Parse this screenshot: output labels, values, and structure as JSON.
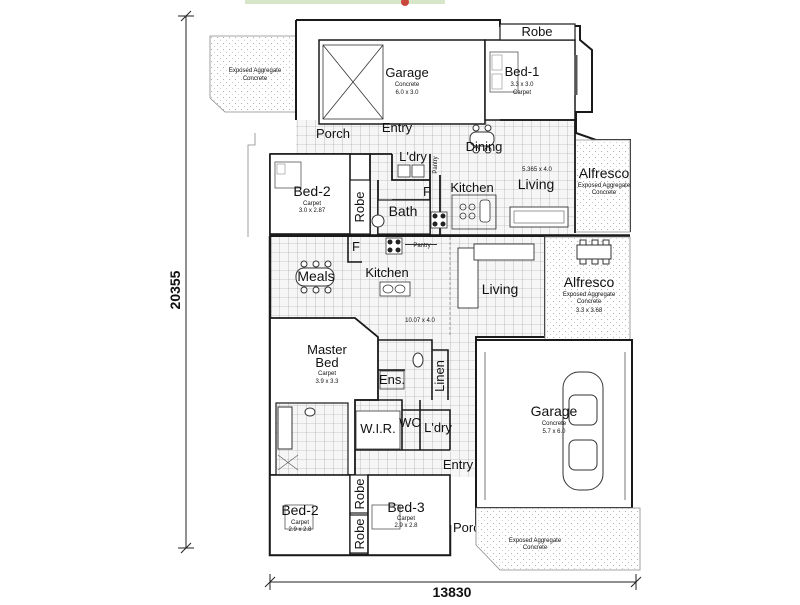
{
  "colors": {
    "wall": "#1a1a1a",
    "grid": "#9a9a9a",
    "hatch": "#bbbbbb",
    "tile_bg": "#f4f4f4"
  },
  "dimensions": {
    "width": "13830",
    "height": "20355"
  },
  "upper_unit": {
    "garage": {
      "label": "Garage",
      "sub1": "Concrete",
      "sub2": "6.0 x 3.0"
    },
    "robe": "Robe",
    "bed1": {
      "label": "Bed-1",
      "sub1": "3.3 x 3.0",
      "sub2": "Carpet"
    },
    "exposed": {
      "line1": "Exposed Aggregate",
      "line2": "Concrete"
    },
    "porch": "Porch",
    "entry": "Entry",
    "dining": "Dining",
    "ldry": "L'dry",
    "pantry": "Pantry",
    "kitchen": "Kitchen",
    "living": "Living",
    "living_dim": "5.365 x 4.0",
    "alfresco": {
      "label": "Alfresco",
      "line1": "Exposed Aggregate",
      "line2": "Concrete"
    },
    "bed2": {
      "label": "Bed-2",
      "sub1": "Carpet",
      "sub2": "3.0 x 2.87"
    },
    "robe_v": "Robe",
    "bath": "Bath",
    "fridge": "F"
  },
  "lower_unit": {
    "fridge": "F",
    "pantry": "Pantry",
    "meals": "Meals",
    "kitchen": "Kitchen",
    "living": "Living",
    "living_dim": "10.07 x 4.0",
    "alfresco": {
      "label": "Alfresco",
      "line1": "Exposed Aggregate",
      "line2": "Concrete",
      "dim": "3.3 x 3.68"
    },
    "master": {
      "label1": "Master",
      "label2": "Bed",
      "sub1": "Carpet",
      "sub2": "3.9 x 3.3"
    },
    "ens": "Ens.",
    "linen": "Linen",
    "garage": {
      "label": "Garage",
      "sub1": "Concrete",
      "sub2": "5.7 x 6.0"
    },
    "wir": "W.I.R.",
    "wc": "WC",
    "ldry": "L'dry",
    "entry": "Entry",
    "robe1": "Robe",
    "robe2": "Robe",
    "bed2": {
      "label": "Bed-2",
      "sub1": "Carpet",
      "sub2": "2.9 x 2.8"
    },
    "bed3": {
      "label": "Bed-3",
      "sub1": "Carpet",
      "sub2": "2.9 x 2.8"
    },
    "porch": "Porch",
    "exposed": {
      "line1": "Exposed Aggregate",
      "line2": "Concrete"
    }
  }
}
